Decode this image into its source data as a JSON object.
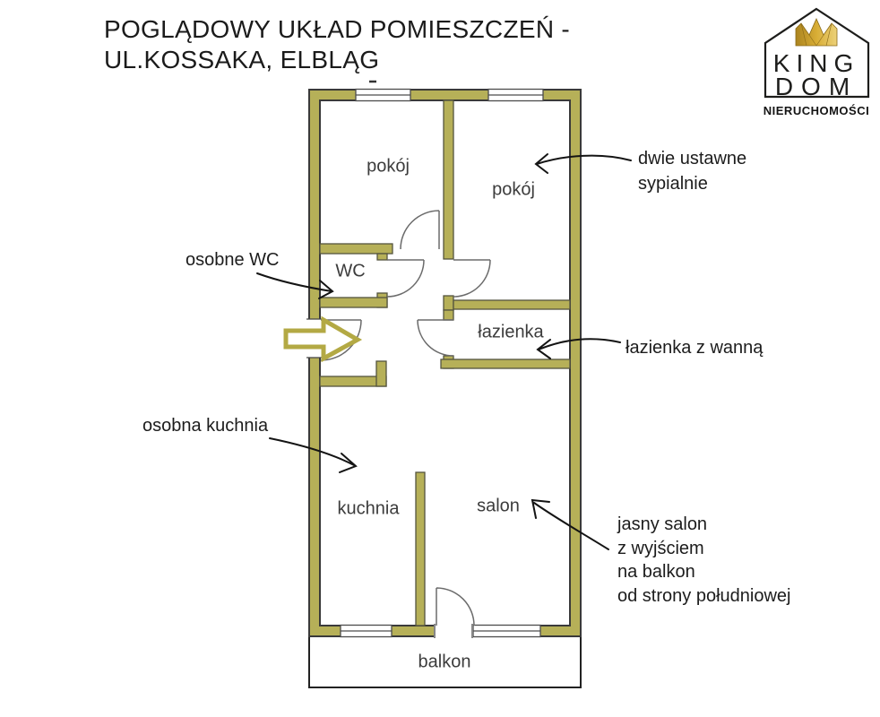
{
  "title": {
    "text": "POGLĄDOWY UKŁAD POMIESZCZEŃ -\nUL.KOSSAKA, ELBLĄG"
  },
  "logo": {
    "name_top": "KING",
    "name_bottom": "DOM",
    "subtitle": "NIERUCHOMOŚCI",
    "crown_color_dark": "#ab841f",
    "crown_color_light": "#ecd179",
    "outline_color": "#1d1d1b"
  },
  "plan": {
    "wall_fill": "#b6b058",
    "wall_edge": "#55553f",
    "entrance_arrow_color": "#b3a944",
    "rooms": {
      "pokoj1": "pokój",
      "pokoj2": "pokój",
      "wc": "WC",
      "lazienka": "łazienka",
      "kuchnia": "kuchnia",
      "salon": "salon",
      "balkon": "balkon"
    }
  },
  "annotations": {
    "bedrooms": "dwie ustawne\nsypialnie",
    "wc": "osobne WC",
    "bathroom": "łazienka z wanną",
    "kitchen": "osobna kuchnia",
    "living": "jasny salon\nz wyjściem\nna balkon\nod strony południowej"
  }
}
